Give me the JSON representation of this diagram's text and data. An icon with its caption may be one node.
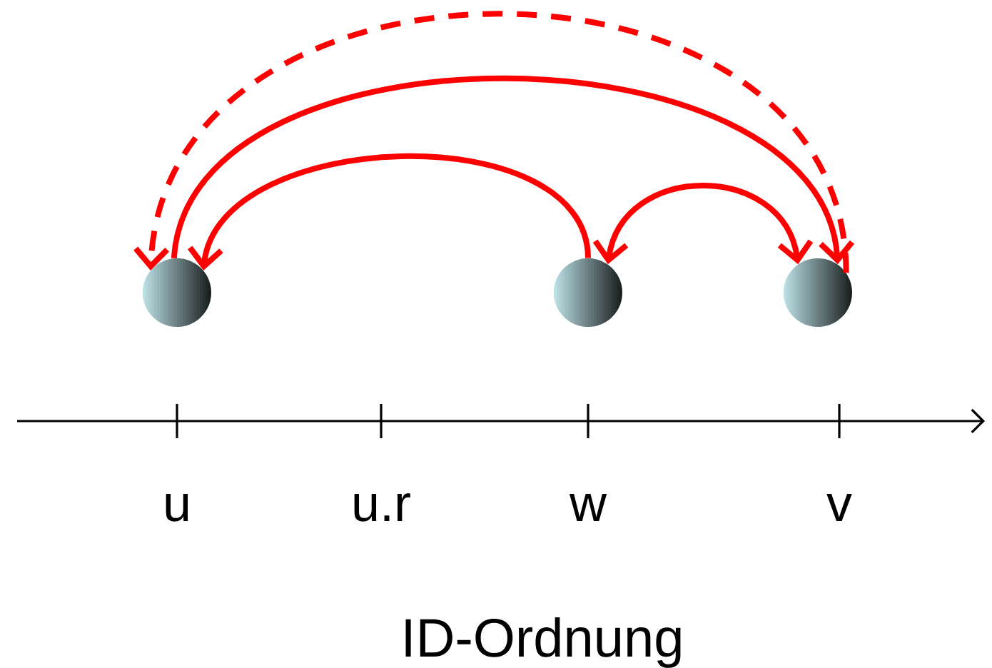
{
  "diagram": {
    "caption": "ID-Ordnung",
    "nodes": [
      {
        "text": [],
        "shape": "circle"
      },
      {
        "text": [],
        "shape": "circle"
      },
      {
        "text": [],
        "shape": "circle"
      }
    ],
    "edges": [
      {
        "from": 2,
        "to": 0,
        "arrow": "to",
        "style": "dashed"
      },
      {
        "from": 0,
        "to": 2,
        "arrow": "to"
      },
      {
        "from": 1,
        "to": 0,
        "arrow": "to"
      },
      {
        "from": 1,
        "to": 2,
        "arrow": "both"
      }
    ],
    "labels": [
      "u",
      "u.r",
      "w",
      "v"
    ]
  }
}
